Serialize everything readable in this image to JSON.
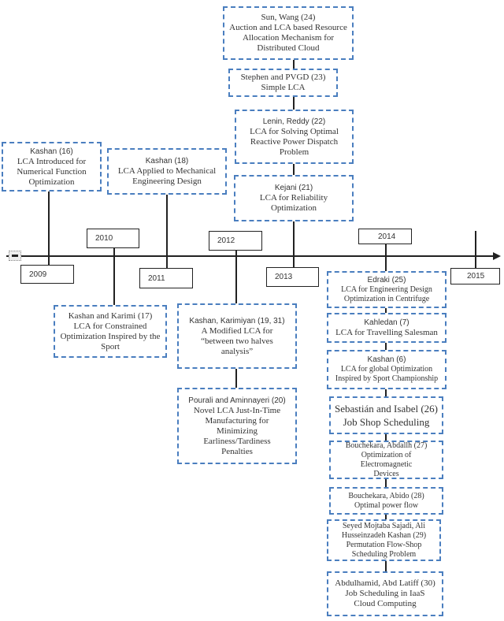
{
  "years": [
    "2009",
    "2010",
    "2011",
    "2012",
    "2013",
    "2014",
    "2015"
  ],
  "entries": {
    "sun_wang": {
      "author": "Sun, Wang (24)",
      "title": "Auction and LCA based Resource Allocation Mechanism for Distributed Cloud"
    },
    "stephen": {
      "author": "Stephen and PVGD (23)",
      "title": "Simple LCA"
    },
    "lenin": {
      "author": "Lenin, Reddy (22)",
      "title": "LCA for Solving Optimal Reactive Power Dispatch Problem"
    },
    "kejani": {
      "author": "Kejani (21)",
      "title": "LCA for Reliability Optimization"
    },
    "kashan16": {
      "author": "Kashan (16)",
      "title": "LCA Introduced for Numerical Function Optimization"
    },
    "kashan18": {
      "author": "Kashan (18)",
      "title": "LCA Applied to Mechanical Engineering Design"
    },
    "kashan_karimi": {
      "author": "Kashan and Karimi (17)",
      "title": "LCA for Constrained Optimization Inspired by the Sport"
    },
    "kashan_karimiyan": {
      "author": "Kashan, Karimiyan (19, 31)",
      "title": "A Modified LCA for “between two halves analysis”"
    },
    "pourali": {
      "author": "Pourali and Aminnayeri (20)",
      "title": "Novel LCA Just-In-Time Manufacturing for Minimizing Earliness/Tardiness Penalties"
    },
    "edraki": {
      "author": "Edraki (25)",
      "title": "LCA for Engineering Design Optimization in Centrifuge"
    },
    "kahledan": {
      "author": "Kahledan (7)",
      "title": "LCA for Travelling Salesman"
    },
    "kashan6": {
      "author": "Kashan (6)",
      "title": "LCA for global Optimization Inspired by Sport Championship"
    },
    "sebastian": {
      "author": "Sebastián and Isabel (26)",
      "title": "Job Shop Scheduling"
    },
    "bouchekara27": {
      "author": "Bouchekara, Abdallh (27)",
      "title": "Optimization of Electromagnetic Devices"
    },
    "bouchekara28": {
      "author": "Bouchekara, Abido (28)",
      "title": "Optimal power flow"
    },
    "sajadi": {
      "author": "Seyed Mojtaba Sajadi, Ali Husseinzadeh Kashan (29)",
      "title": "Permutation Flow-Shop Scheduling Problem"
    },
    "abdulhamid": {
      "author": "Abdulhamid, Abd Latiff (30)",
      "title": "Job Scheduling in IaaS Cloud Computing"
    }
  },
  "colors": {
    "box_border": "#4a7ebf",
    "line": "#222222"
  }
}
